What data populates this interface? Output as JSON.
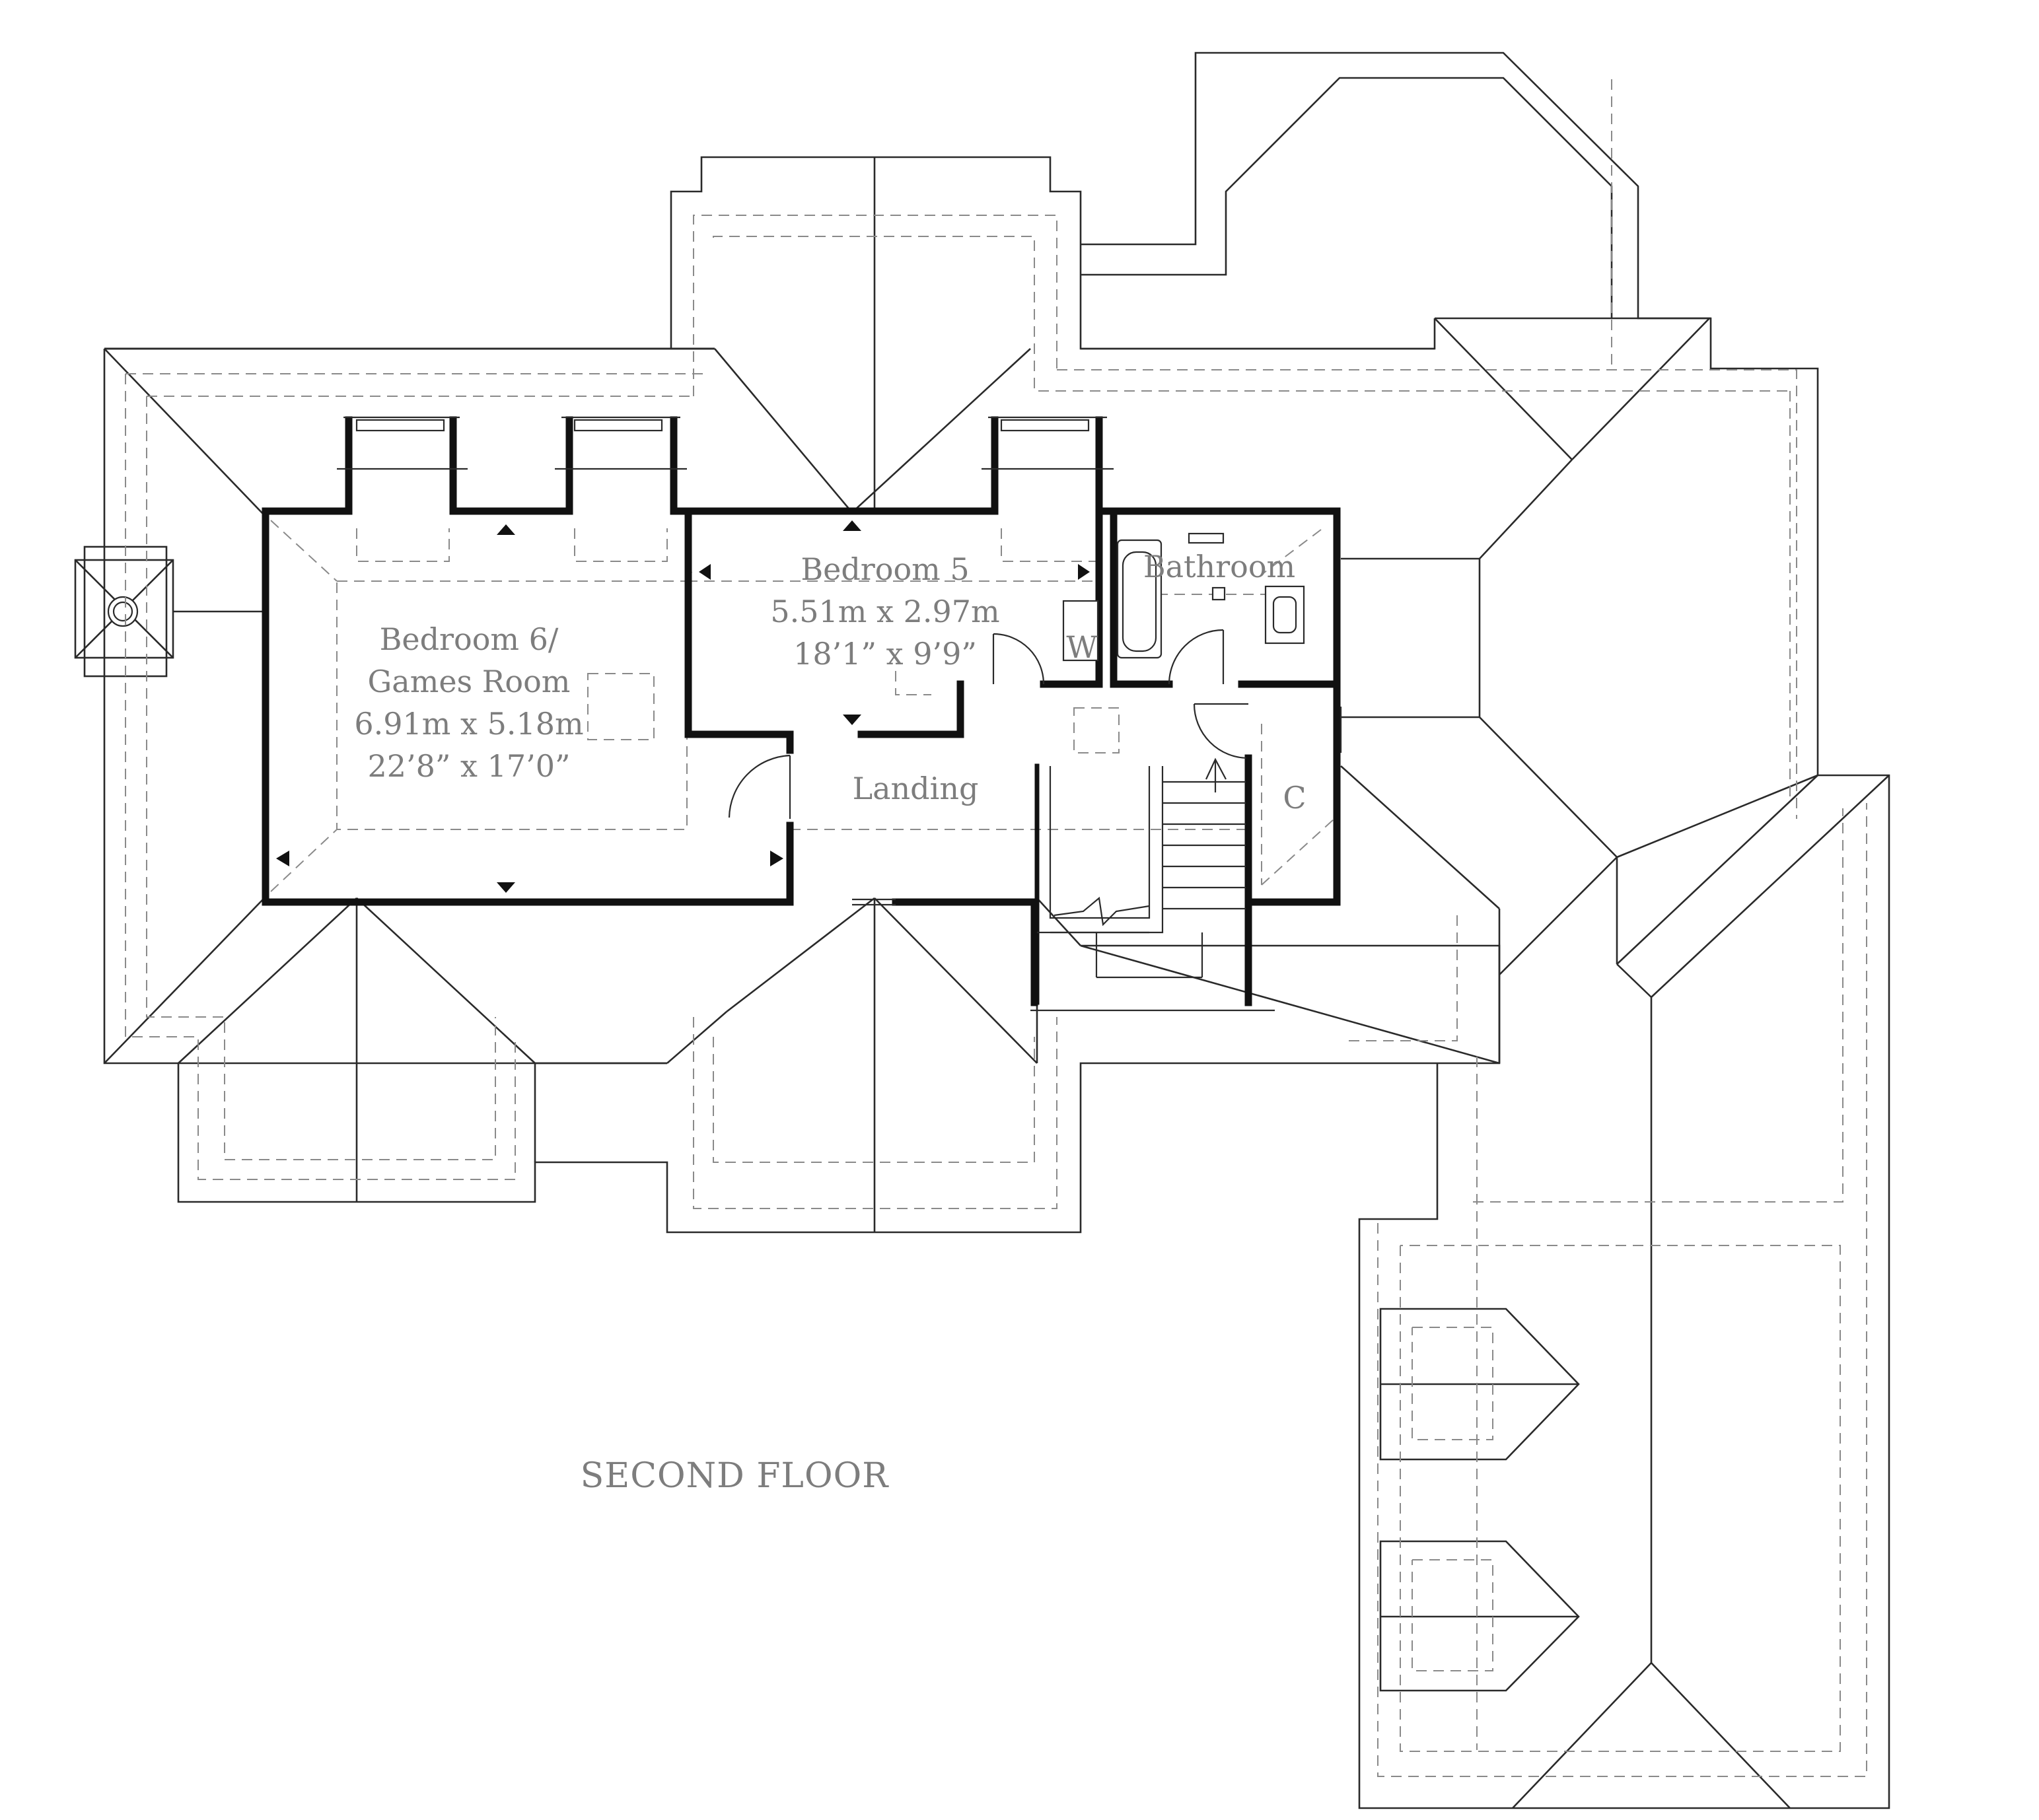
{
  "floor_title": "SECOND FLOOR",
  "rooms": {
    "bedroom6": {
      "name_line1": "Bedroom 6/",
      "name_line2": "Games Room",
      "metric": "6.91m x 5.18m",
      "imperial": "22’8” x 17’0”"
    },
    "bedroom5": {
      "name": "Bedroom 5",
      "metric": "5.51m x 2.97m",
      "imperial": "18’1” x 9’9”"
    },
    "bathroom": {
      "name": "Bathroom"
    },
    "wardrobe": {
      "name": "W"
    },
    "cupboard": {
      "name": "C"
    },
    "landing": {
      "name": "Landing"
    }
  },
  "colors": {
    "walls": "#111111",
    "roof_lines": "#2a2a2a",
    "dashed_lines": "#8a8a8a",
    "labels": "#7d7d7d"
  }
}
